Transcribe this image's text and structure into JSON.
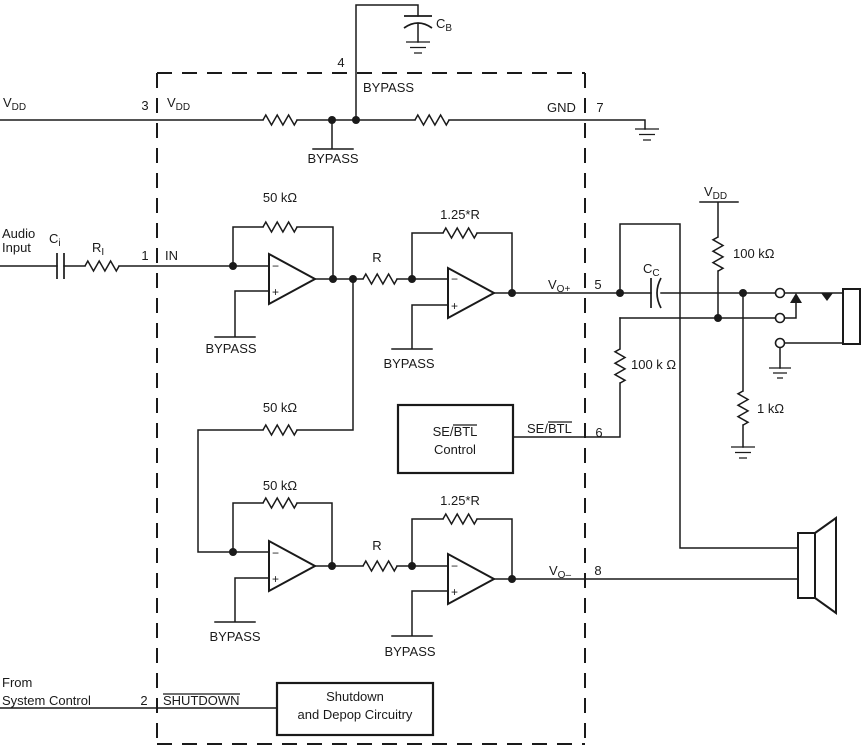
{
  "ext": {
    "audio_line1": "Audio",
    "audio_line2": "Input",
    "from_line1": "From",
    "from_line2": "System Control"
  },
  "sub": {
    "vdd_ext": {
      "b": "V",
      "s": "DD"
    },
    "vdd_int": {
      "b": "V",
      "s": "DD"
    },
    "vdd_pullup": {
      "b": "V",
      "s": "DD"
    },
    "ci": {
      "b": "C",
      "s": "i"
    },
    "ri": {
      "b": "R",
      "s": "I"
    },
    "cb": {
      "b": "C",
      "s": "B"
    },
    "cc": {
      "b": "C",
      "s": "C"
    },
    "vo_plus": {
      "b": "V",
      "s": "O+"
    },
    "vo_minus": {
      "b": "V",
      "s": "O–"
    }
  },
  "pins": {
    "p1": {
      "n": "1",
      "label": "IN"
    },
    "p2": {
      "n": "2",
      "label": "SHUTDOWN"
    },
    "p3": {
      "n": "3"
    },
    "p4": {
      "n": "4",
      "label": "BYPASS"
    },
    "p5": {
      "n": "5"
    },
    "p6": {
      "n": "6",
      "se": "SE/",
      "btl": "BTL"
    },
    "p7": {
      "n": "7",
      "label": "GND"
    },
    "p8": {
      "n": "8"
    }
  },
  "resistors": {
    "feedback_top": "50 kΩ",
    "link": "50 kΩ",
    "feedback_bottom": "50 kΩ",
    "r_top": "R",
    "r_bottom": "R",
    "ratio_top": "1.25*R",
    "ratio_bottom": "1.25*R",
    "pullup": "100 kΩ",
    "sense": "100 k Ω",
    "load": "1 kΩ"
  },
  "nets": {
    "bypass": "BYPASS"
  },
  "boxes": {
    "sebtl": {
      "se": "SE/",
      "btl": "BTL",
      "line2": "Control"
    },
    "shutdown": {
      "line1": "Shutdown",
      "line2": "and Depop Circuitry"
    }
  },
  "opamp": {
    "minus": "−",
    "plus": "+"
  },
  "colors": {
    "line": "#1a1a1a",
    "bg": "#ffffff"
  }
}
